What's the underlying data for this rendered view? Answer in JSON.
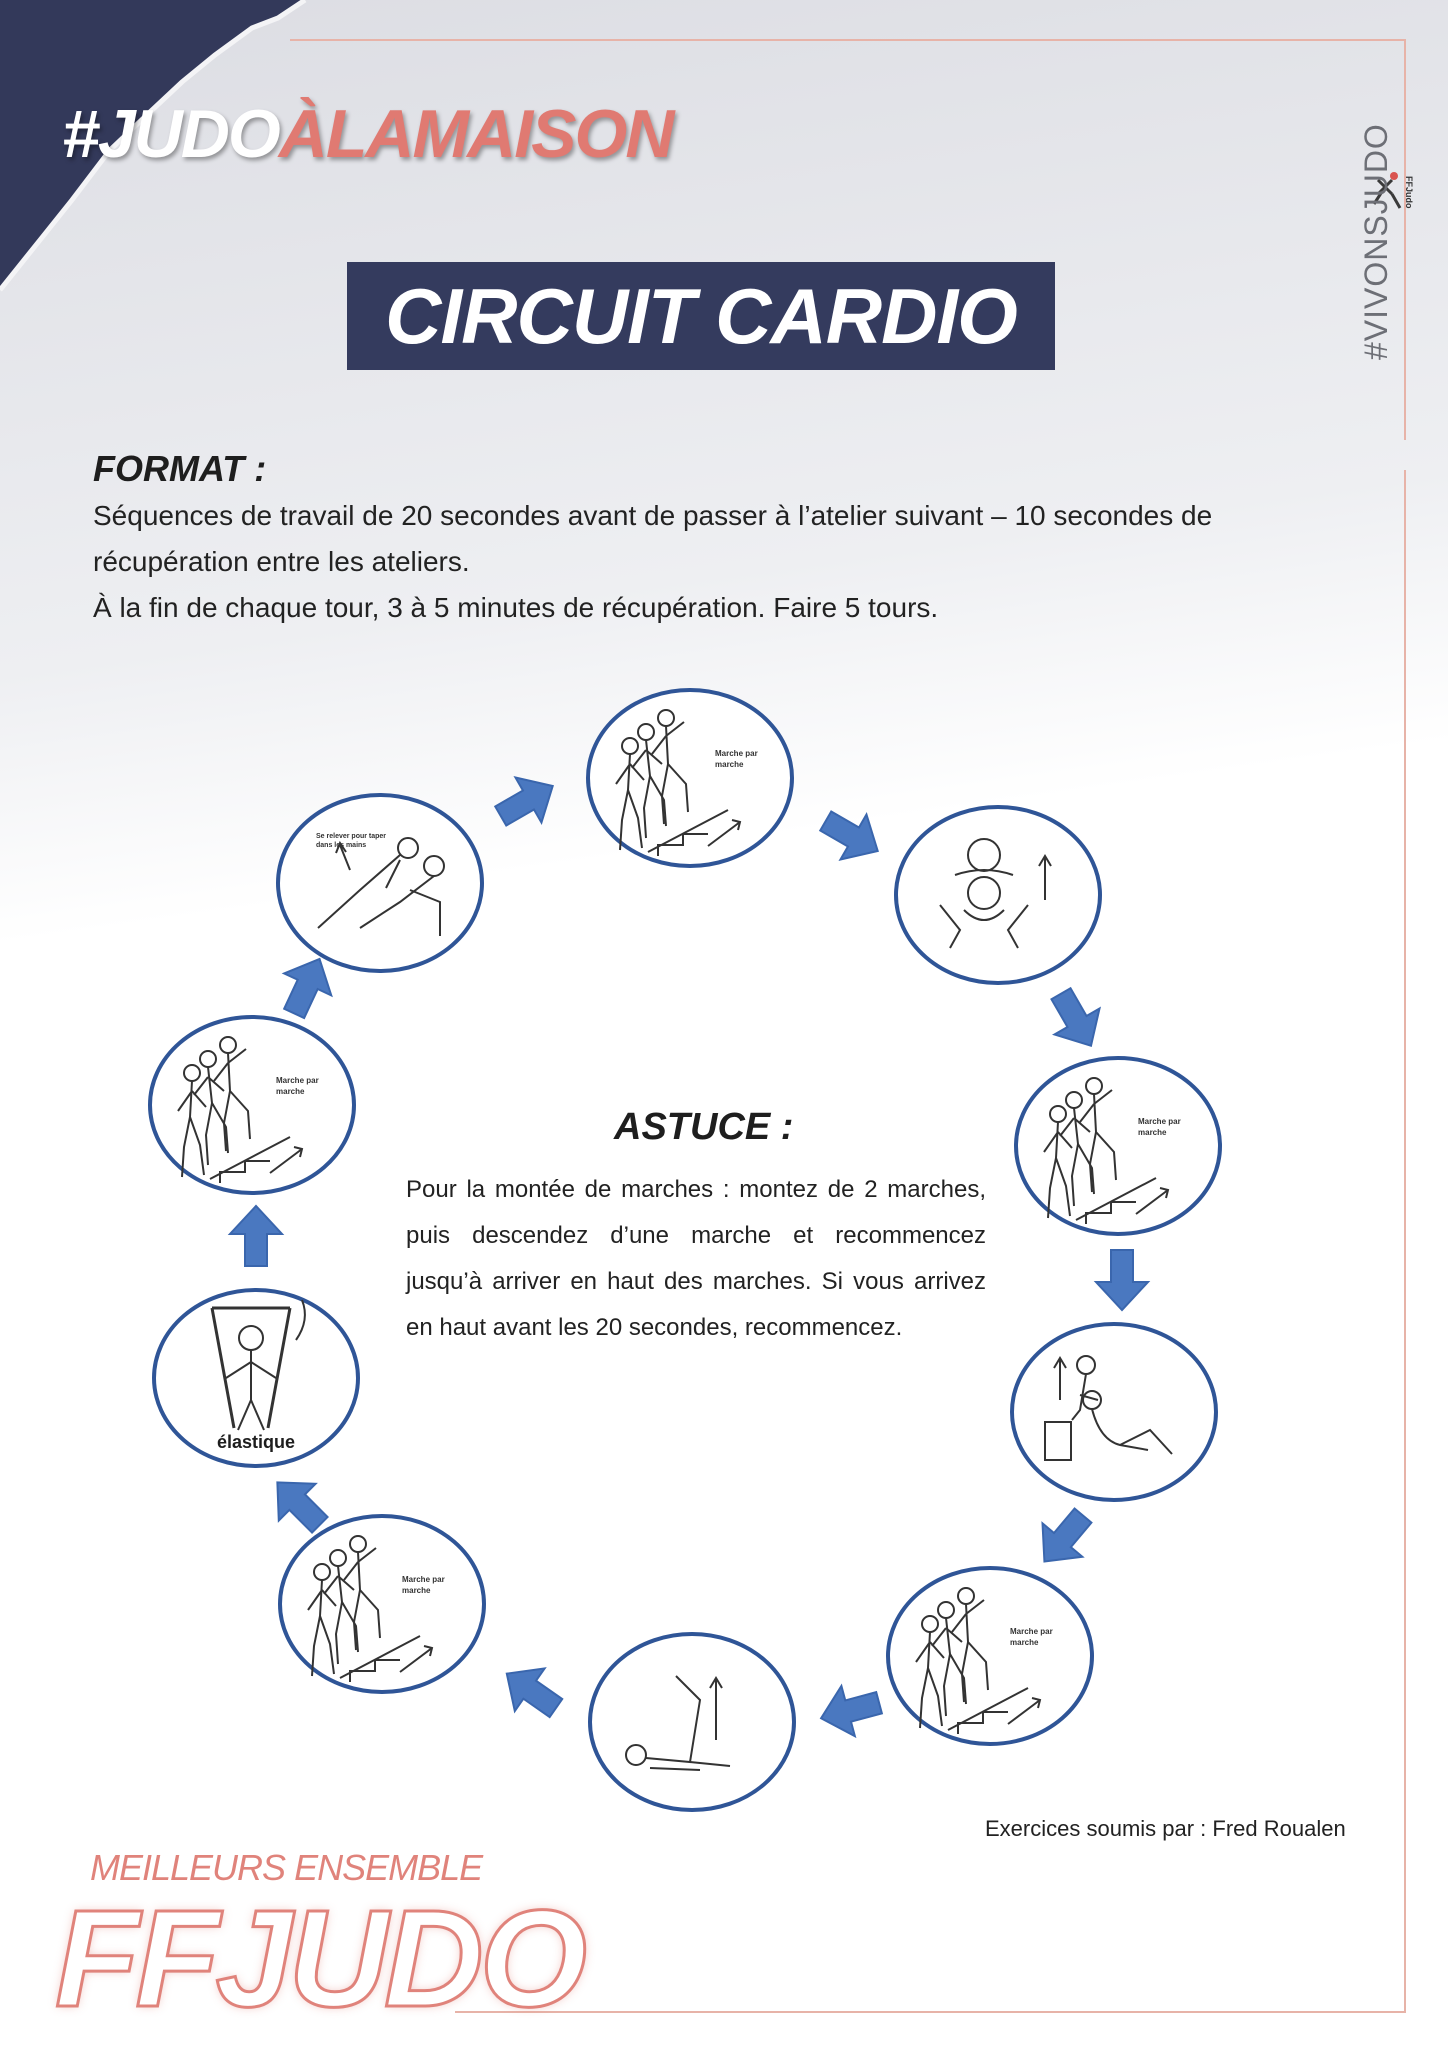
{
  "header": {
    "hashtag_main": "#JUDO",
    "hashtag_accent": "ÀLAMAISON",
    "title": "CIRCUIT CARDIO",
    "side_tag": "#VIVONSJUDO",
    "logo_small_text": "FFJudo"
  },
  "format": {
    "heading": "FORMAT :",
    "lines": [
      "Séquences de travail de 20 secondes avant de passer à l’atelier suivant  – 10 secondes de",
      "récupération entre les ateliers.",
      "À la fin de chaque tour, 3 à 5 minutes de récupération. Faire 5 tours."
    ]
  },
  "circuit": {
    "stations": [
      {
        "name": "step-march",
        "caption": "Marche par marche"
      },
      {
        "name": "squat-jump",
        "caption": ""
      },
      {
        "name": "step-march",
        "caption": "Marche par marche"
      },
      {
        "name": "sit-up",
        "caption": ""
      },
      {
        "name": "step-march",
        "caption": "Marche par marche"
      },
      {
        "name": "leg-raise",
        "caption": ""
      },
      {
        "name": "step-march",
        "caption": "Marche par marche"
      },
      {
        "name": "elastic-band",
        "caption": "élastique"
      },
      {
        "name": "step-march",
        "caption": "Marche par marche"
      },
      {
        "name": "push-up-clap",
        "caption": "Se relever pour taper dans les mains"
      }
    ],
    "arrow_color": "#4a78c0",
    "circle_color": "#2f5597"
  },
  "astuce": {
    "heading": "ASTUCE :",
    "lines": [
      "Pour la montée de marches : montez de 2 marches,",
      "puis descendez d’une marche et recommencez",
      "jusqu’à arriver en haut des marches. Si vous arrivez",
      "en haut avant les 20 secondes, recommencez."
    ]
  },
  "credit": "Exercices soumis par : Fred Roualen",
  "footer": {
    "tagline": "MEILLEURS ENSEMBLE",
    "brand": "FFJUDO"
  },
  "colors": {
    "navy": "#343b5e",
    "accent": "#e07a72"
  }
}
